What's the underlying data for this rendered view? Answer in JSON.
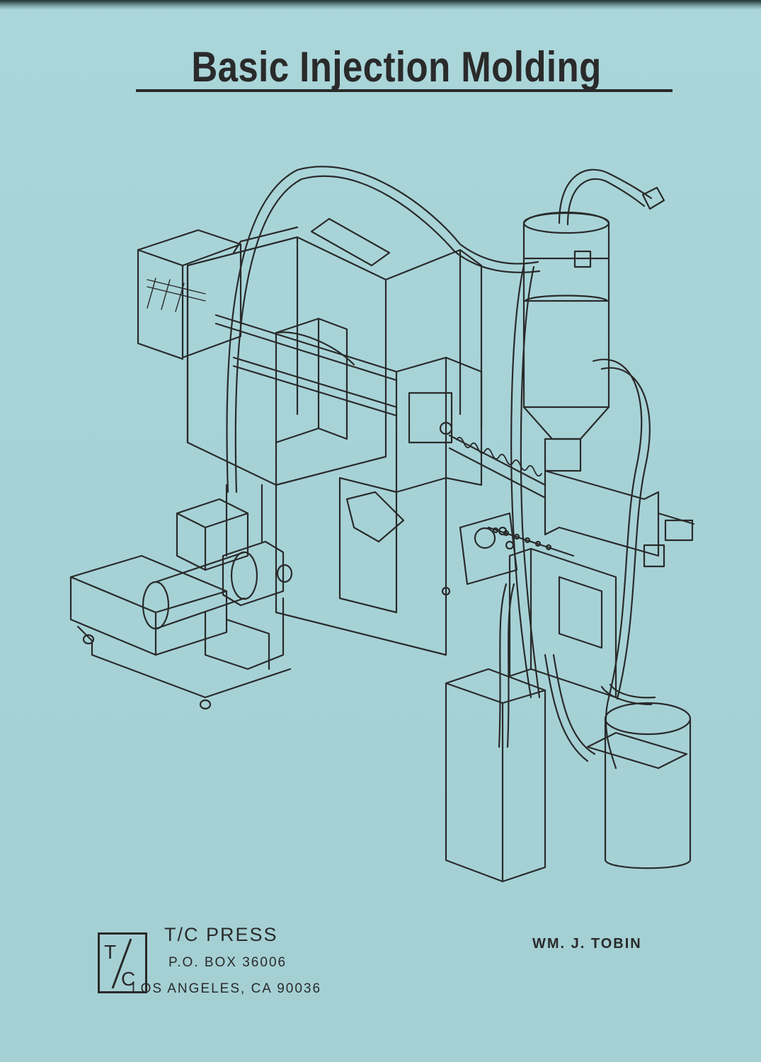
{
  "cover": {
    "title": "Basic Injection Molding",
    "author": "WM. J. TOBIN",
    "background_color": "#a9d4d8",
    "ink_color": "#2a2a2a"
  },
  "publisher": {
    "logo_text": "T/C",
    "name": "T/C PRESS",
    "po_box": "P.O. BOX 36006",
    "city": "LOS ANGELES, CA 90036"
  },
  "illustration": {
    "subject": "injection-molding-machine-line-drawing"
  }
}
